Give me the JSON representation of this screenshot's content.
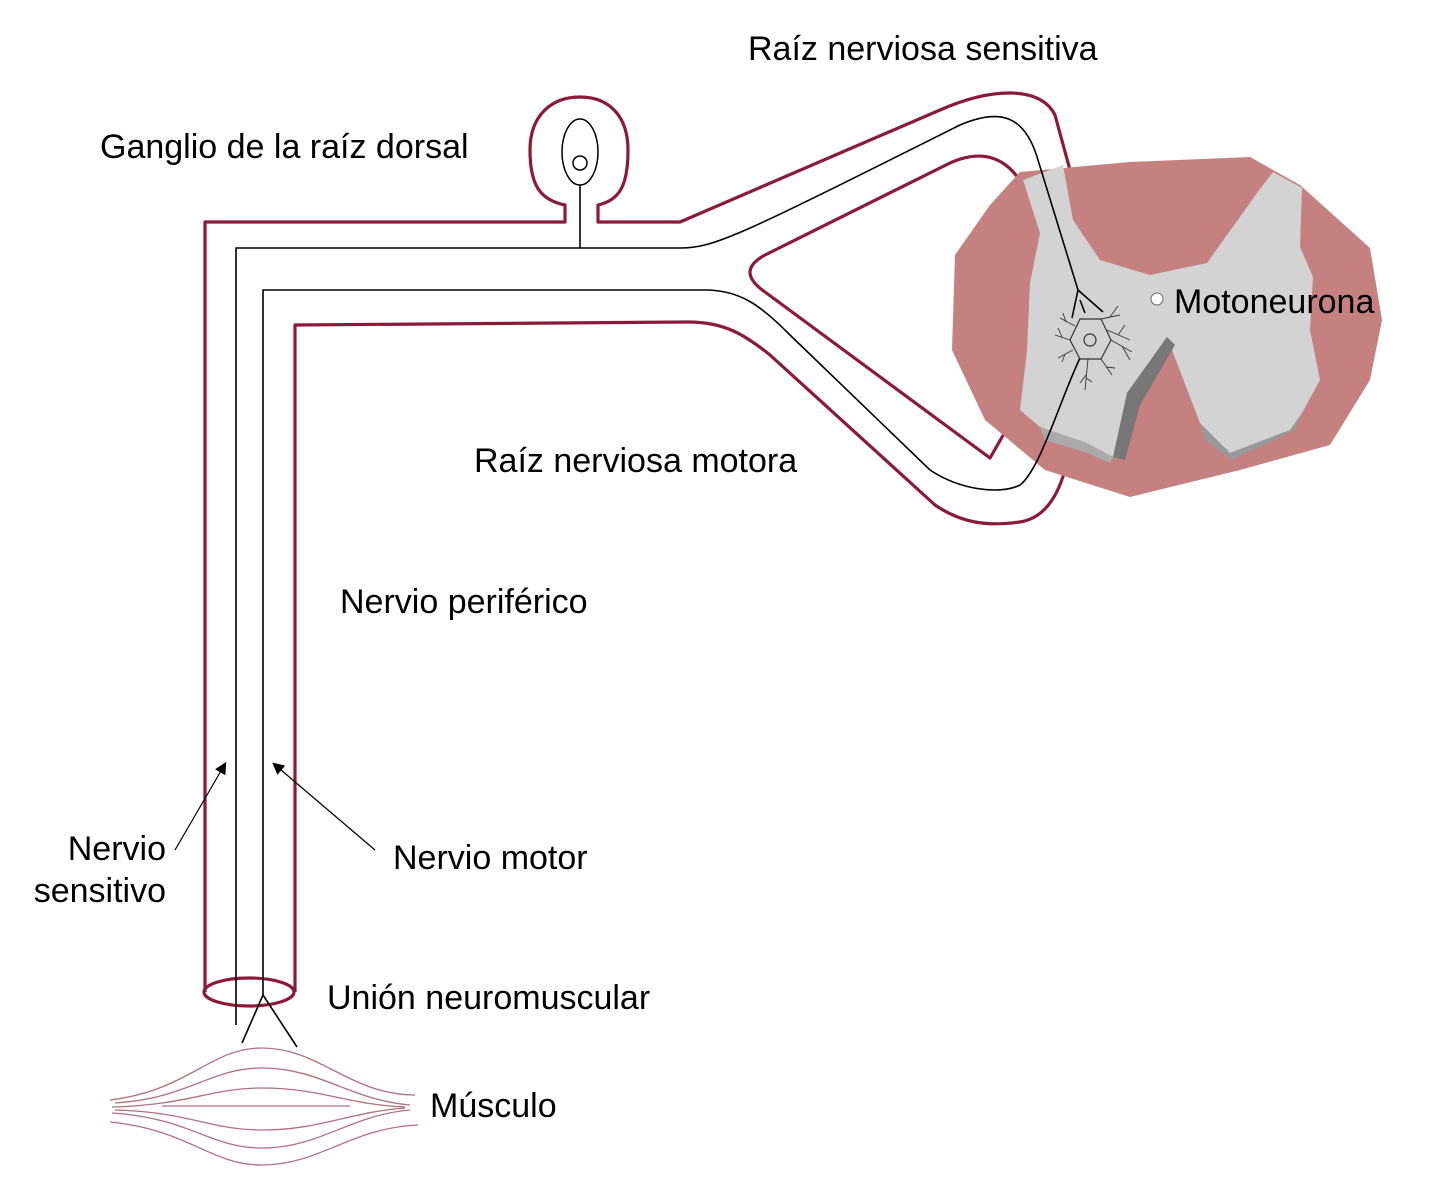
{
  "labels": {
    "sensory_root": "Raíz nerviosa sensitiva",
    "dorsal_ganglion": "Ganglio de la raíz dorsal",
    "motoneuron": "Motoneurona",
    "motor_root": "Raíz nerviosa motora",
    "peripheral_nerve": "Nervio periférico",
    "sensory_nerve_line1": "Nervio",
    "sensory_nerve_line2": "sensitivo",
    "motor_nerve": "Nervio motor",
    "neuromuscular_junction": "Unión neuromuscular",
    "muscle": "Músculo"
  },
  "colors": {
    "nerve_sheath": "#8b1a3a",
    "white_matter": "#c5817f",
    "gray_matter": "#d3d3d3",
    "muscle": "#b07080"
  }
}
